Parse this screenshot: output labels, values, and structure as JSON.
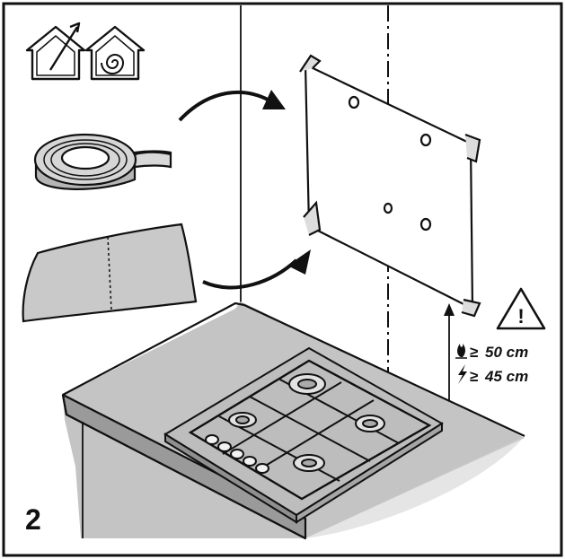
{
  "figure": {
    "step_number": "2",
    "gas_clearance": "50 cm",
    "electric_clearance": "45 cm",
    "comparator": "≥",
    "warning_symbol": "!"
  },
  "icons": {
    "indoor_ventilation": "house-with-vent-arrow-icon",
    "indoor_recirculation": "house-with-spiral-icon",
    "gas_flame": "flame-icon",
    "electric_bolt": "lightning-bolt-icon",
    "warning": "warning-triangle-icon"
  },
  "colors": {
    "stroke": "#111111",
    "counter_top": "#c4c4c4",
    "counter_front": "#9a9a9a",
    "cloth": "#c8c8c8",
    "tape": "#d0d0d0",
    "hob": "#bdbdbd"
  }
}
